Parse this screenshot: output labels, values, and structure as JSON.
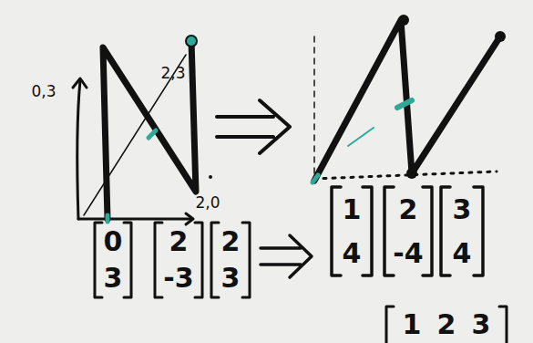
{
  "diagram": {
    "labels": [
      "0,3",
      "2,3",
      "2,0",
      "0",
      "3",
      "2",
      "-3",
      "2",
      "3",
      "1",
      "4",
      "2",
      "-4",
      "3",
      "4",
      "1",
      "2",
      "3"
    ]
  }
}
